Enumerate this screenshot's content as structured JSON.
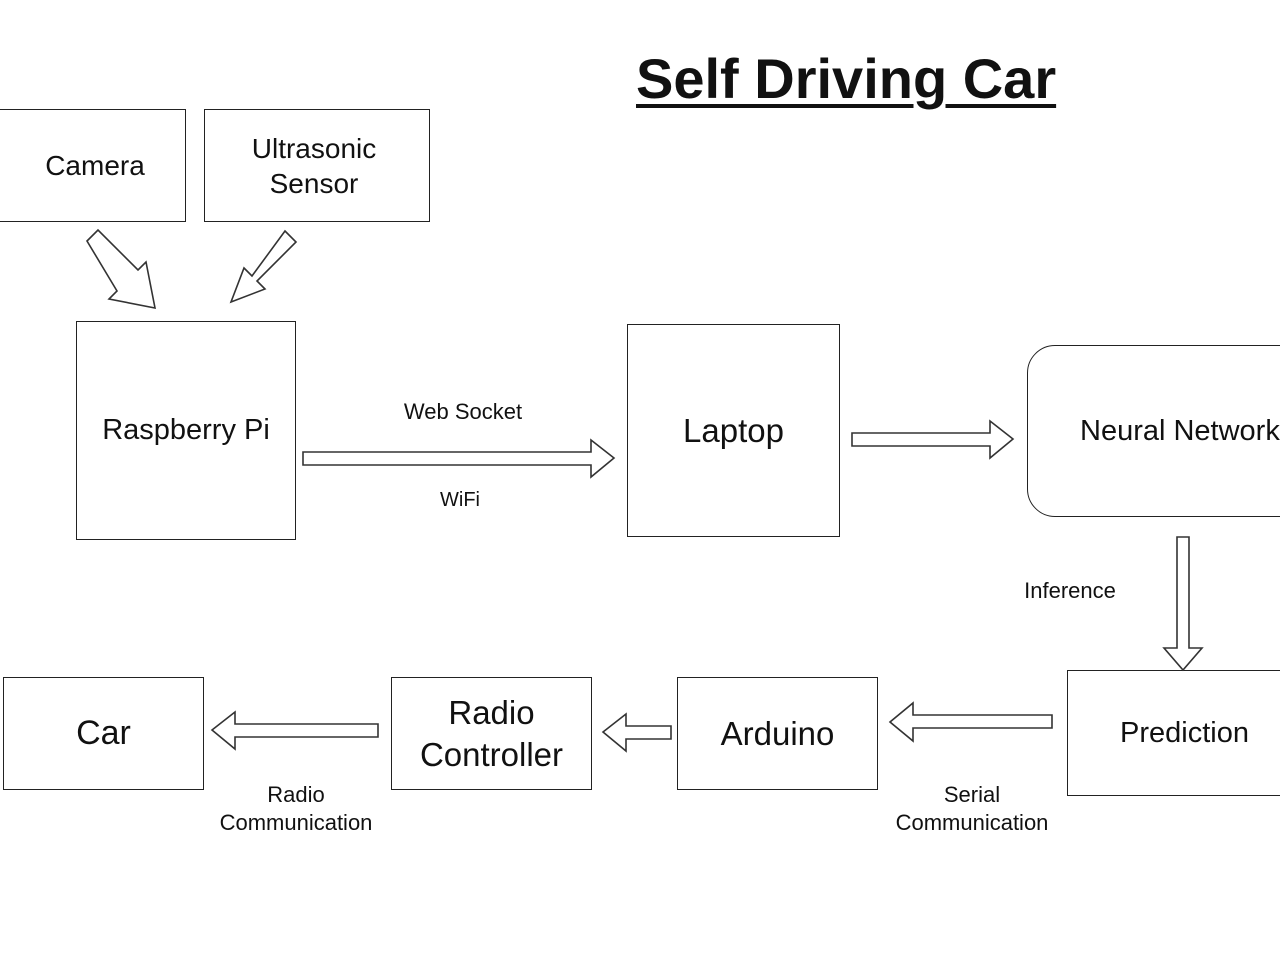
{
  "diagram": {
    "title": "Self Driving Car",
    "nodes": {
      "camera": "Camera",
      "ultrasonic": "Ultrasonic\nSensor",
      "raspberry": "Raspberry Pi",
      "laptop": "Laptop",
      "neural": "Neural Network",
      "prediction": "Prediction",
      "arduino": "Arduino",
      "radio_controller": "Radio\nController",
      "car": "Car"
    },
    "edge_labels": {
      "web_socket": "Web Socket",
      "wifi": "WiFi",
      "inference": "Inference",
      "serial": "Serial\nCommunication",
      "radio": "Radio\nCommunication"
    },
    "edges": [
      {
        "from": "camera",
        "to": "raspberry"
      },
      {
        "from": "ultrasonic",
        "to": "raspberry"
      },
      {
        "from": "raspberry",
        "to": "laptop"
      },
      {
        "from": "laptop",
        "to": "neural"
      },
      {
        "from": "neural",
        "to": "prediction"
      },
      {
        "from": "prediction",
        "to": "arduino"
      },
      {
        "from": "arduino",
        "to": "radio_controller"
      },
      {
        "from": "radio_controller",
        "to": "car"
      }
    ]
  }
}
